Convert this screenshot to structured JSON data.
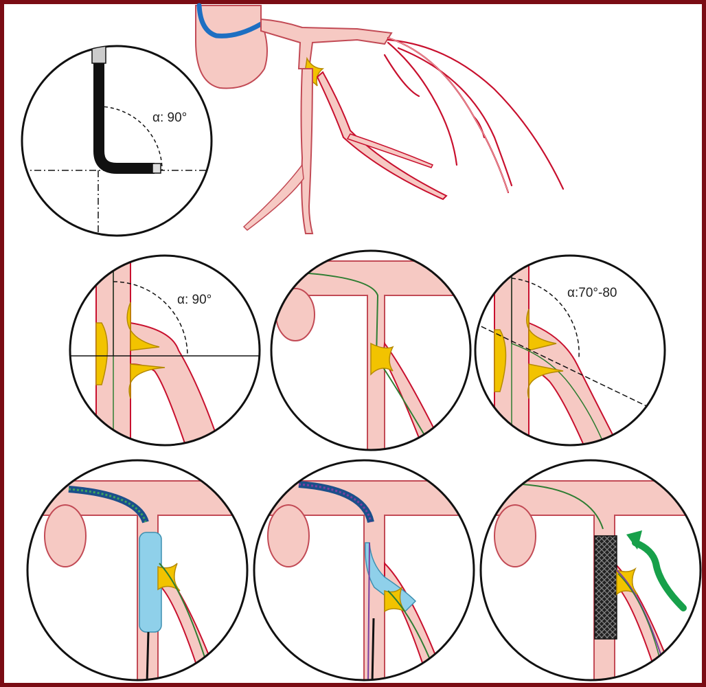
{
  "colors": {
    "frame": "#7a0c14",
    "vessel_fill": "#f6c9c3",
    "vessel_stroke": "#c24a55",
    "artery_red": "#c8102e",
    "plaque": "#f2c300",
    "plaque_stroke": "#b58a00",
    "guidewire": "#3da35d",
    "catheter_blue": "#1e6fc2",
    "balloon": "#8fd0ea",
    "stent": "#2b2b2b",
    "arrow_green": "#17a04a"
  },
  "labels": {
    "angle_overview": "α: 90°",
    "angle_step1": "α: 90°",
    "angle_step3": "α:70°-80"
  },
  "icons": {
    "flow_arrow": "green-curved-arrow-icon"
  }
}
